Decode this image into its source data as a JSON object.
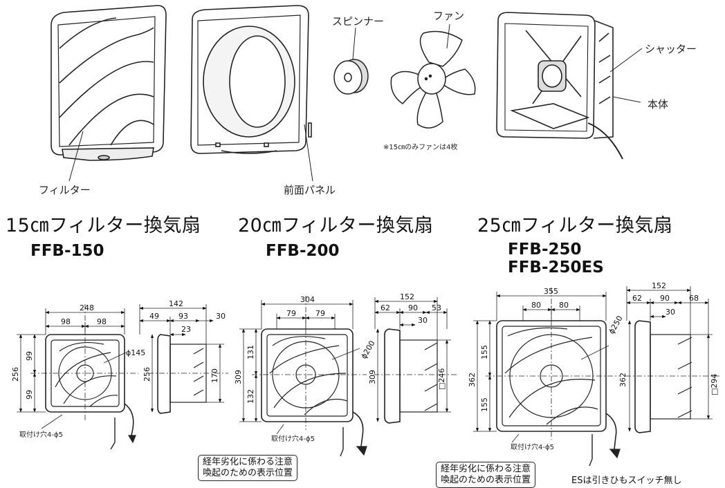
{
  "parts": {
    "filter": "フィルター",
    "front_panel": "前面パネル",
    "spinner": "スピンナー",
    "fan": "ファン",
    "shutter": "シャッター",
    "body": "本体",
    "fan_note": "※15㎝のみファンは4枚"
  },
  "models": [
    {
      "title": "15㎝フィルター換気扇",
      "codes": [
        "FFB-150"
      ],
      "front_dims": {
        "width": "248",
        "half_left": "98",
        "half_right": "98",
        "height": "256",
        "upper": "99",
        "lower": "99",
        "diameter": "ϕ145"
      },
      "side_dims": {
        "depth": "142",
        "d1": "49",
        "d2": "93",
        "d3": "30",
        "d4": "23",
        "height": "256",
        "duct": "170"
      },
      "mount_holes": "取付け穴4-ϕ5"
    },
    {
      "title": "20㎝フィルター換気扇",
      "codes": [
        "FFB-200"
      ],
      "front_dims": {
        "width": "304",
        "half_left": "79",
        "half_right": "79",
        "height": "309",
        "upper": "131",
        "lower": "132",
        "diameter": "ϕ200"
      },
      "side_dims": {
        "depth": "152",
        "d1": "62",
        "d2": "90",
        "d3": "53",
        "d4": "30",
        "height": "309",
        "duct": "□246"
      },
      "mount_holes": "取付け穴4-ϕ5",
      "warning_label": [
        "経年劣化に係わる注意",
        "喚起のための表示位置"
      ]
    },
    {
      "title": "25㎝フィルター換気扇",
      "codes": [
        "FFB-250",
        "FFB-250ES"
      ],
      "front_dims": {
        "width": "355",
        "half_left": "80",
        "half_right": "80",
        "height": "362",
        "upper": "155",
        "lower": "155",
        "diameter": "ϕ250"
      },
      "side_dims": {
        "depth": "152",
        "d1": "62",
        "d2": "90",
        "d3": "68",
        "d4": "30",
        "height": "362",
        "duct": "□294"
      },
      "mount_holes": "取付け穴4-ϕ5",
      "warning_label": [
        "経年劣化に係わる注意",
        "喚起のための表示位置"
      ],
      "es_note": "ESは引きひもスイッチ無し"
    }
  ]
}
